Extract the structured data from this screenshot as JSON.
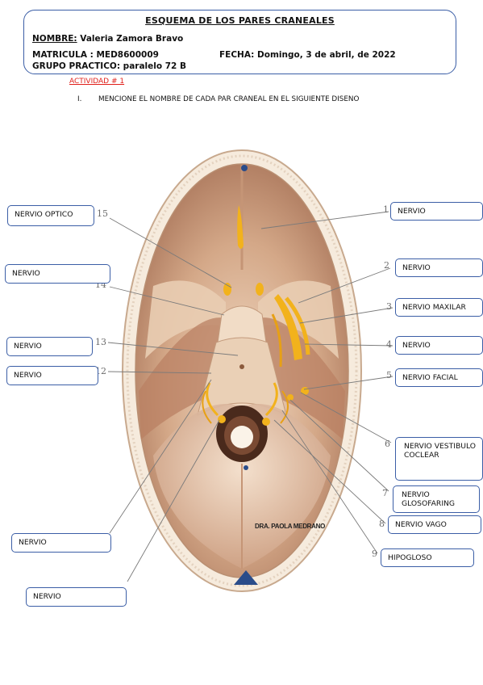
{
  "header": {
    "title": "ESQUEMA DE LOS PARES CRANEALES",
    "name_label": "NOMBRE:",
    "name_value": "Valeria Zamora Bravo",
    "matricula": "MATRICULA : MED8600009",
    "fecha": "FECHA: Domingo, 3 de abril, de 2022",
    "grupo": "GRUPO PRACTICO: paralelo 72 B"
  },
  "activity": "ACTIVIDAD # 1",
  "question": {
    "number": "I.",
    "text": "MENCIONE EL NOMBRE DE CADA PAR CRANEAL EN EL SIGUIENTE DISENO"
  },
  "figure": {
    "credit": "DRA. PAOLA MEDRANO"
  },
  "labels": {
    "l1": "NERVIO",
    "l2": "NERVIO",
    "l3": "NERVIO MAXILAR",
    "l4": "NERVIO",
    "l5": "NERVIO FACIAL",
    "l6": "NERVIO VESTIBULOCOCLEAR",
    "l7": "NERVIO GLOSOFARING",
    "l8": "NERVIO VAGO",
    "l9": "HIPOGLOSO",
    "l15": "NERVIO OPTICO",
    "l14": "NERVIO",
    "l13": "NERVIO",
    "l12": "NERVIO",
    "l11": "NERVIO",
    "l10": "NERVIO"
  },
  "numbers": {
    "n1": "1",
    "n2": "2",
    "n3": "3",
    "n4": "4",
    "n5": "5",
    "n6": "6",
    "n7": "7",
    "n8": "8",
    "n9": "9",
    "n12": "12",
    "n13": "13",
    "n14": "14",
    "n15": "15"
  },
  "colors": {
    "border": "#3b5ea6",
    "activity": "#e0201b",
    "nerve": "#f2b21c",
    "bone": "#d9b596"
  }
}
